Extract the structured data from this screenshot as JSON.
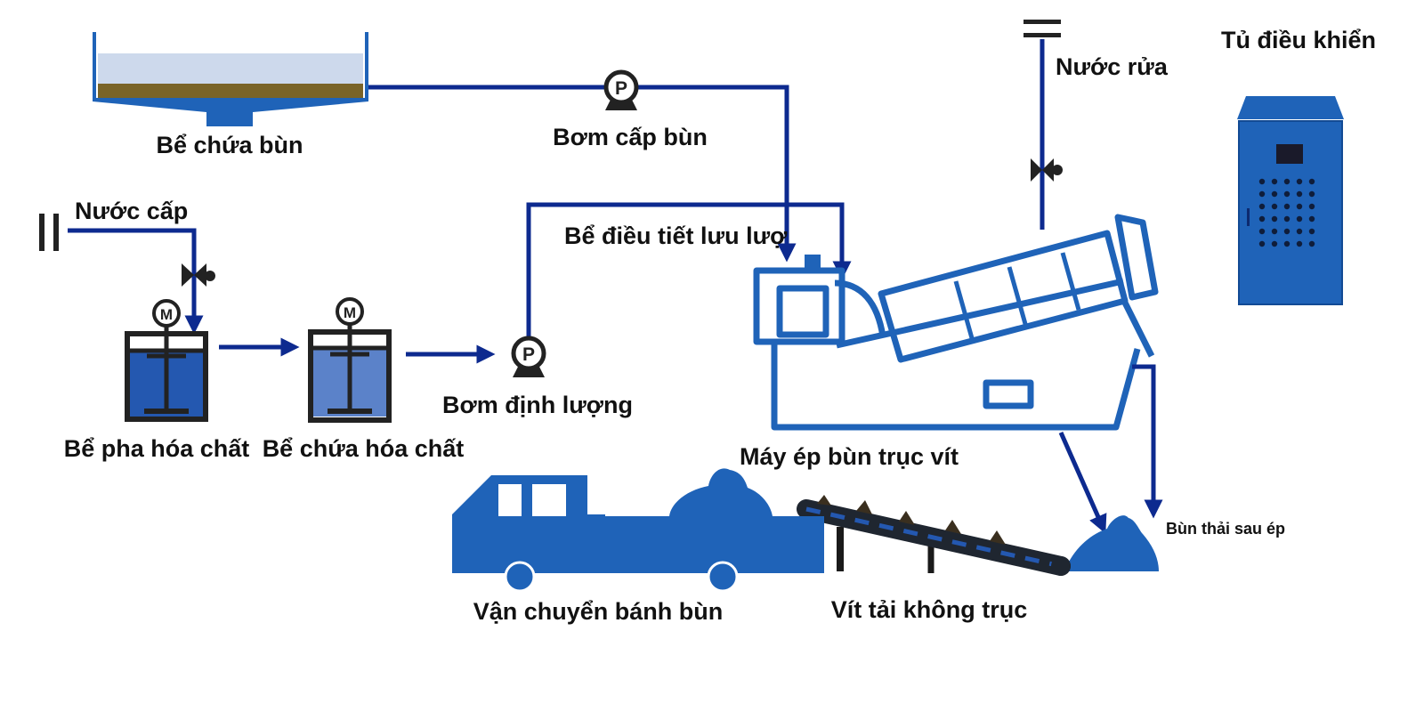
{
  "colors": {
    "pipe": "#0d2a8f",
    "equipment": "#1f63b8",
    "dark": "#222222",
    "sludge": "#7a6428",
    "water": "#cdd9ec",
    "text": "#111111"
  },
  "labels": {
    "sludge_tank": "Bể chứa bùn",
    "sludge_pump": "Bơm cấp bùn",
    "supply_water": "Nước cấp",
    "flow_tank": "Bể điều tiết lưu lượ",
    "mixing_tank": "Bể pha hóa chất",
    "chemical_tank": "Bể chứa hóa chất",
    "dosing_pump": "Bơm định lượng",
    "press": "Máy ép bùn trục vít",
    "wash_water": "Nước rửa",
    "control_cabinet": "Tủ điều khiển",
    "waste_sludge": "Bùn thải sau ép",
    "transport": "Vận chuyển bánh bùn",
    "conveyor": "Vít tải không trục"
  },
  "symbols": {
    "pump": "P",
    "motor": "M"
  },
  "icons": [
    "valve-icon",
    "pump-icon",
    "motor-icon",
    "arrow-icon"
  ]
}
